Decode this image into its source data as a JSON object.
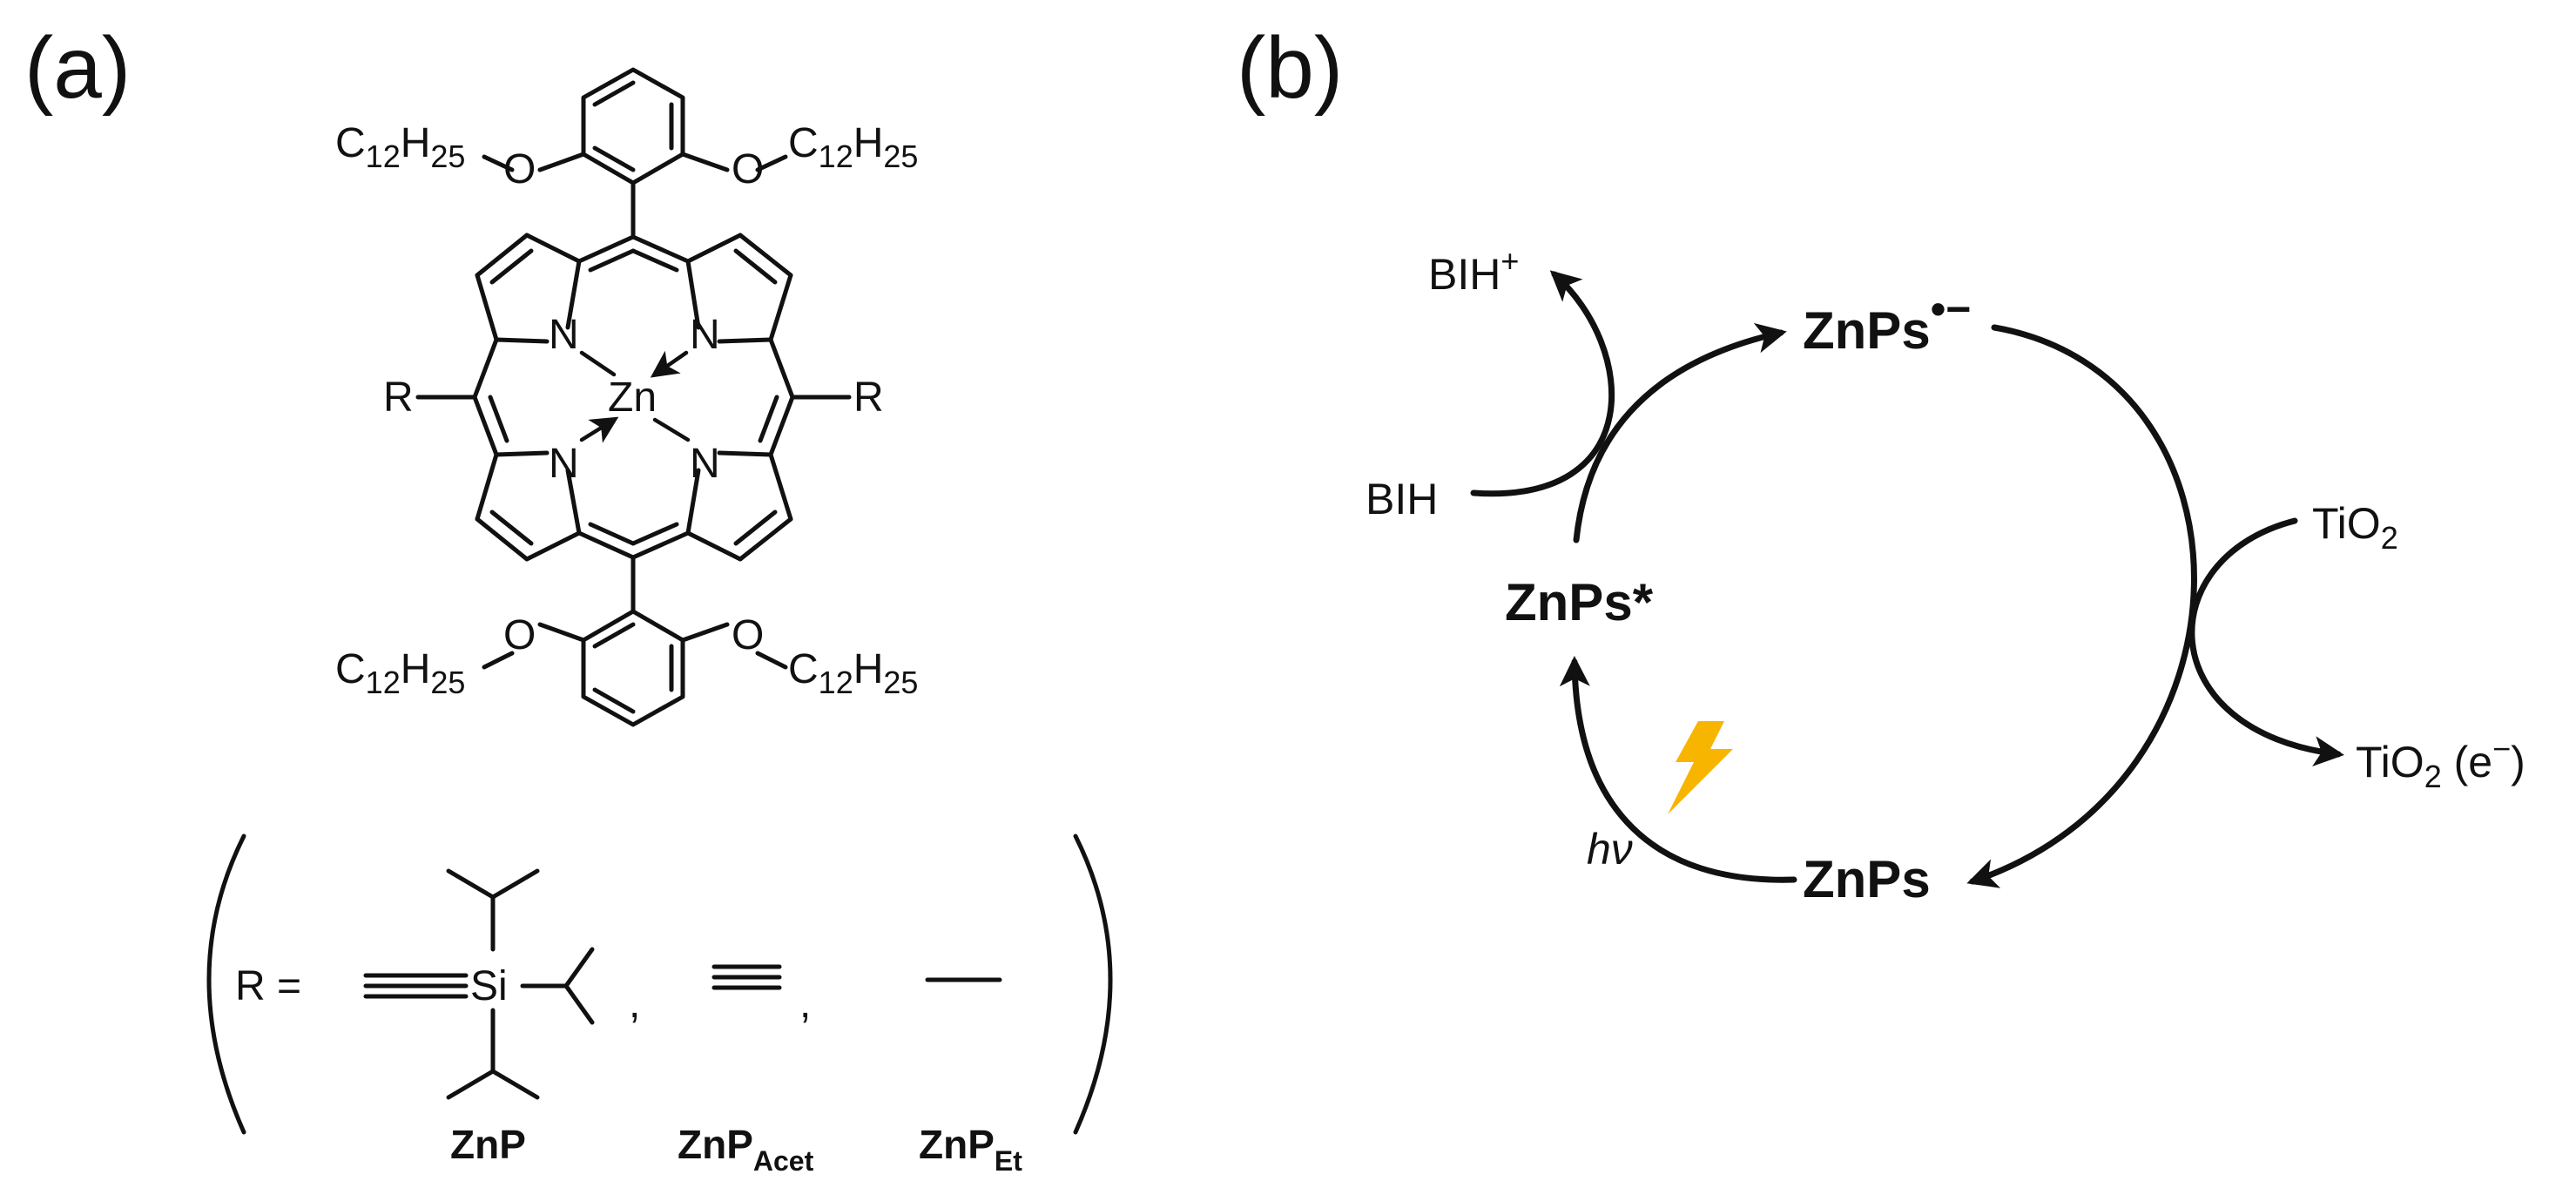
{
  "panel_a": {
    "label": "(a)",
    "alkyl": {
      "C": "C",
      "sub1": "12",
      "H": "H",
      "sub2": "25"
    },
    "oxygen": "O",
    "nitrogen": "N",
    "metal": "Zn",
    "r_group": "R",
    "r_eq": "R =",
    "silicon": "Si",
    "comma": ",",
    "compounds": [
      {
        "name": "ZnP",
        "sub": ""
      },
      {
        "name": "ZnP",
        "sub": "Acet"
      },
      {
        "name": "ZnP",
        "sub": "Et"
      }
    ]
  },
  "panel_b": {
    "label": "(b)",
    "species": {
      "radical_anion_main": "ZnPs",
      "radical_anion_sup": "•−",
      "excited": "ZnPs*",
      "ground": "ZnPs"
    },
    "donor": "BIH",
    "oxidized_donor_main": "BIH",
    "oxidized_donor_sup": "+",
    "acceptor_main": "TiO",
    "acceptor_sub": "2",
    "reduced_acceptor_main": "TiO",
    "reduced_acceptor_sub": "2",
    "reduced_acceptor_suffix": " (e",
    "reduced_acceptor_sup": "−",
    "reduced_acceptor_close": ")",
    "light": "hν",
    "light_color": "#F7B500"
  }
}
